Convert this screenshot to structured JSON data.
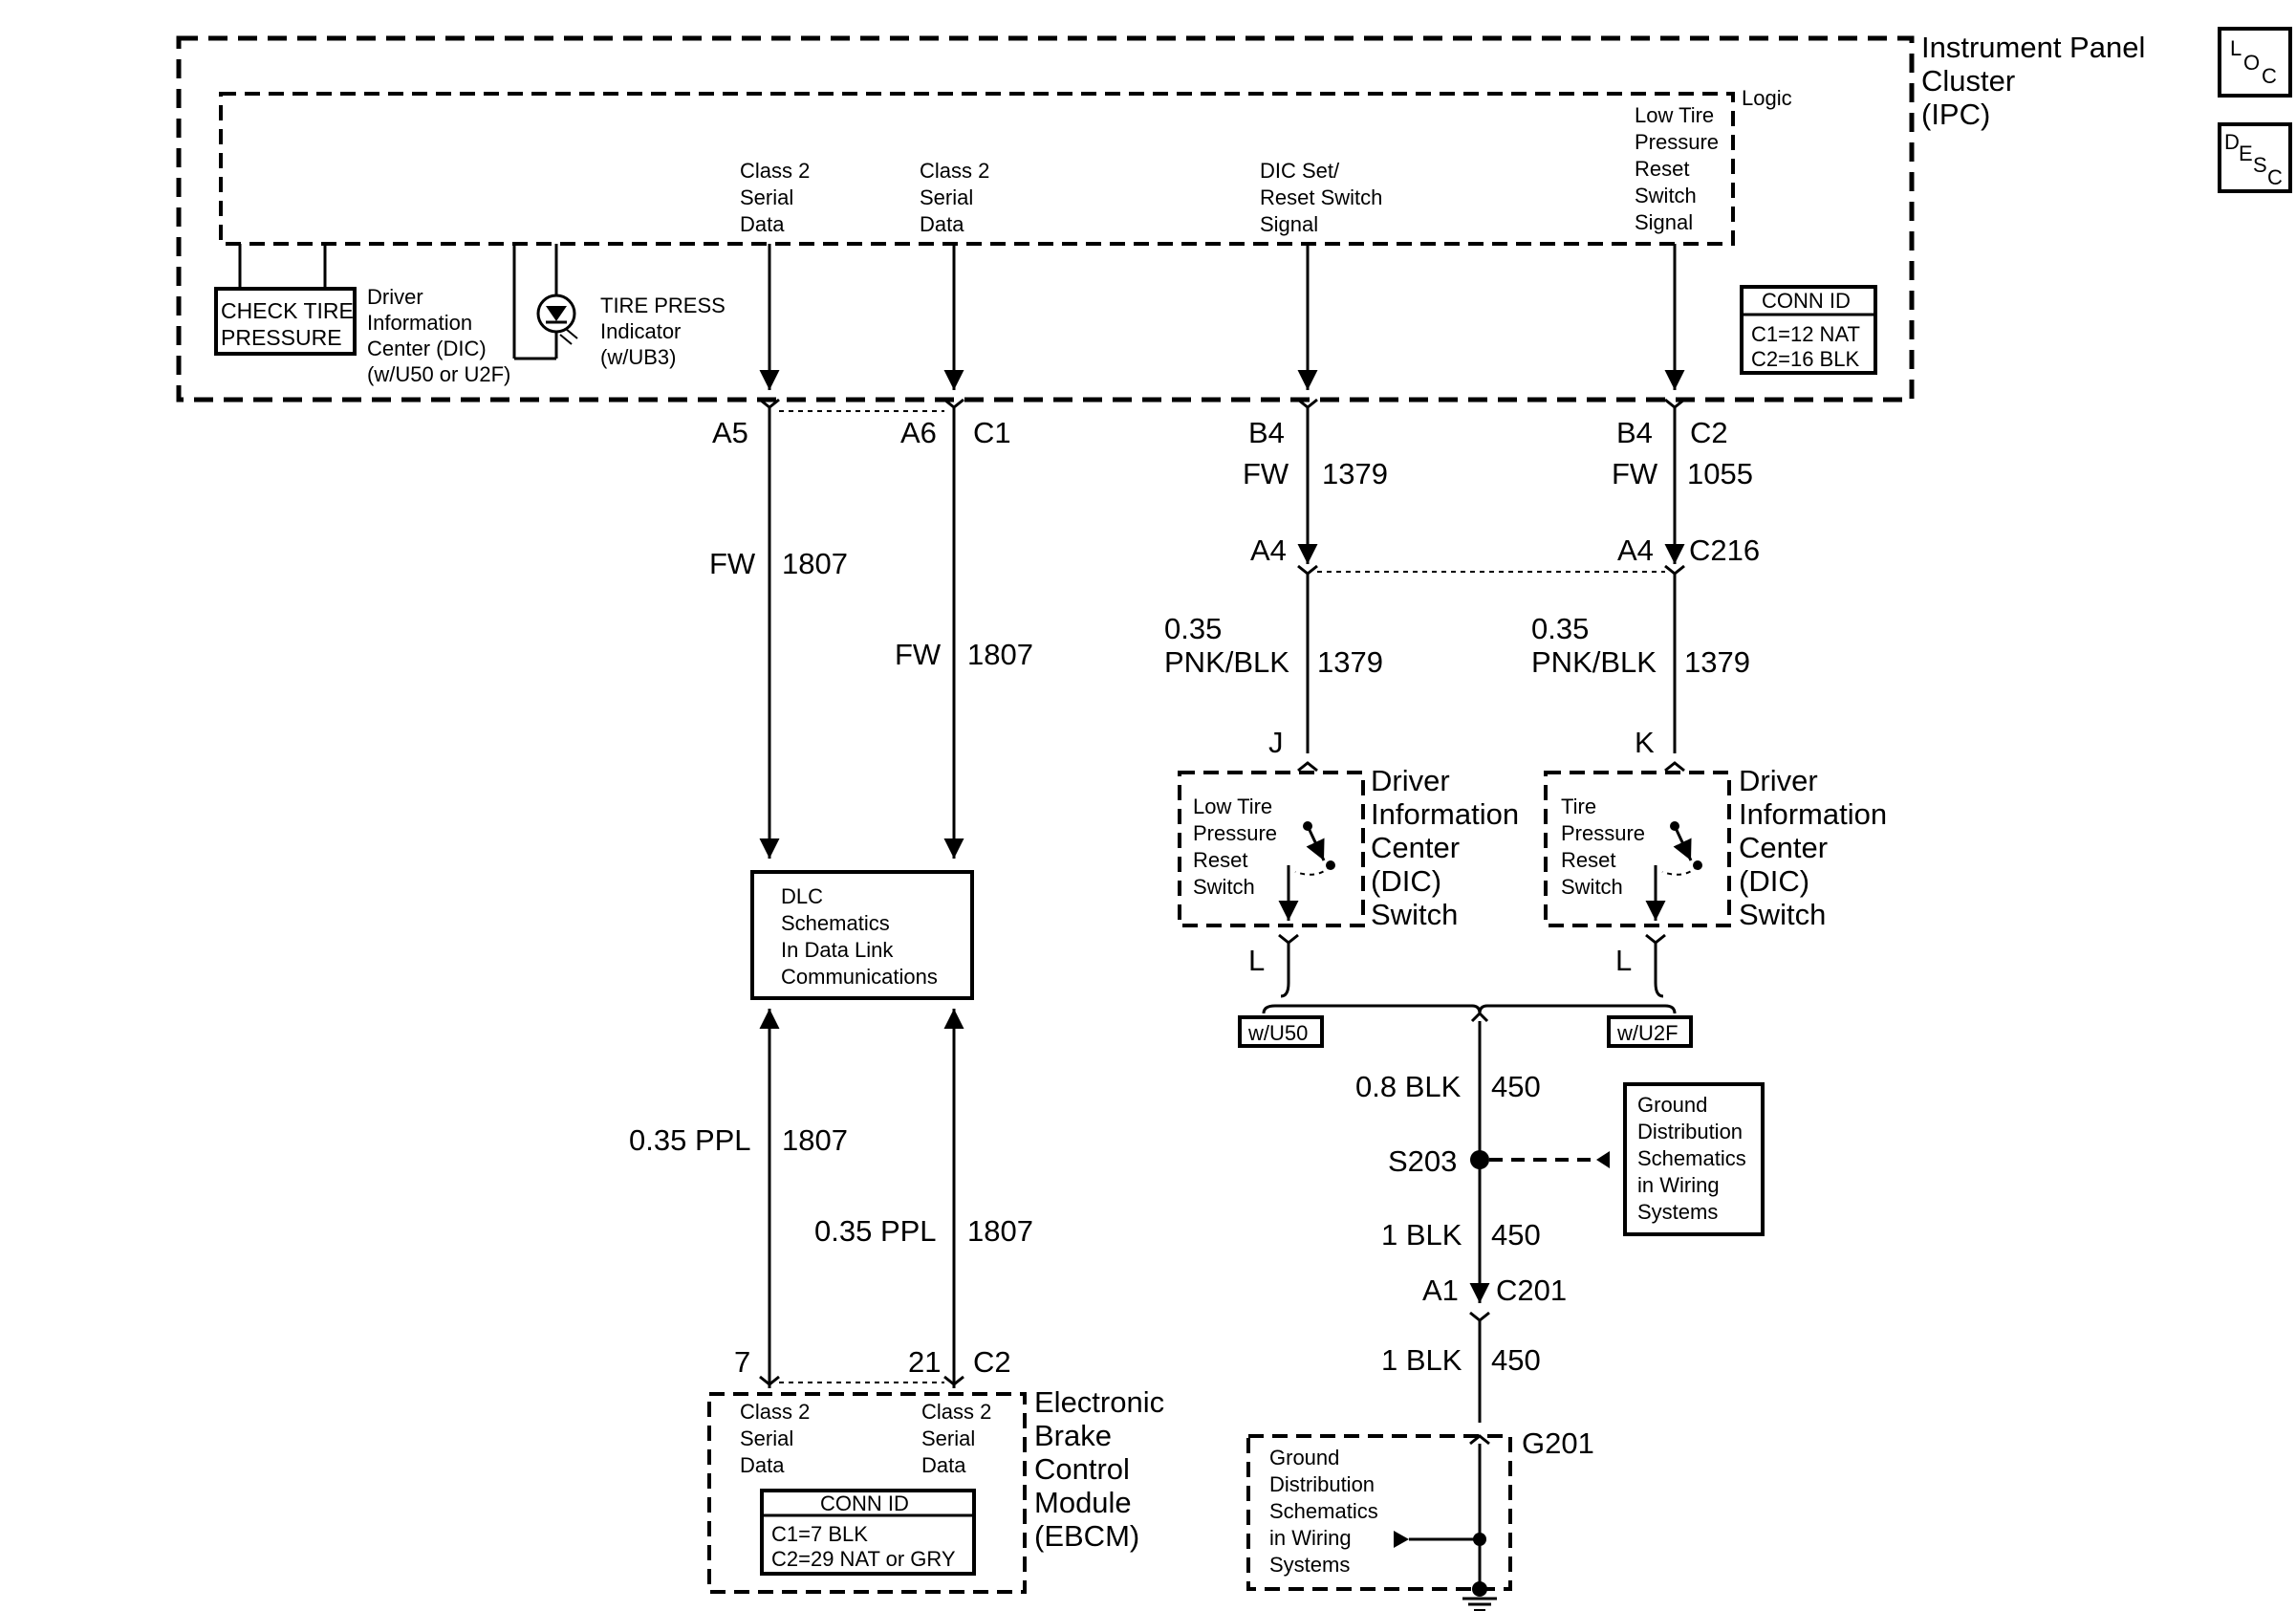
{
  "ipc": {
    "name": [
      "Instrument Panel",
      "Cluster",
      "(IPC)"
    ],
    "logic": "Logic",
    "check_tire": [
      "CHECK TIRE",
      "PRESSURE"
    ],
    "dic": [
      "Driver",
      "Information",
      "Center (DIC)",
      "(w/U50 or U2F)"
    ],
    "tire_press": [
      "TIRE PRESS",
      "Indicator",
      "(w/UB3)"
    ],
    "class2_a": [
      "Class 2",
      "Serial",
      "Data"
    ],
    "class2_b": [
      "Class 2",
      "Serial",
      "Data"
    ],
    "dic_set": [
      "DIC Set/",
      "Reset Switch",
      "Signal"
    ],
    "low_tire": [
      "Low Tire",
      "Pressure",
      "Reset",
      "Switch",
      "Signal"
    ],
    "conn_title": "CONN ID",
    "conn_lines": [
      "C1=12 NAT",
      "C2=16 BLK"
    ]
  },
  "icons": {
    "loc": [
      "L",
      "O",
      "C"
    ],
    "desc": [
      "D",
      "E",
      "S",
      "C"
    ]
  },
  "pins": {
    "a5": "A5",
    "a6": "A6",
    "c1": "C1",
    "b4_left": "B4",
    "b4_right": "B4",
    "c2_top": "C2",
    "a4_left": "A4",
    "a4_right": "A4",
    "c216": "C216",
    "j": "J",
    "k": "K",
    "l_left": "L",
    "l_right": "L",
    "a1": "A1",
    "c201": "C201",
    "pin7": "7",
    "pin21": "21",
    "c2_bottom": "C2"
  },
  "wires": {
    "fw1807_a": [
      "FW",
      "1807"
    ],
    "fw1807_b": [
      "FW",
      "1807"
    ],
    "fw1379": [
      "FW",
      "1379"
    ],
    "fw1055": [
      "FW",
      "1055"
    ],
    "pnk_left": [
      "0.35",
      "PNK/BLK",
      "1379"
    ],
    "pnk_right": [
      "0.35",
      "PNK/BLK",
      "1379"
    ],
    "ppl_a": [
      "0.35 PPL",
      "1807"
    ],
    "ppl_b": [
      "0.35 PPL",
      "1807"
    ],
    "blk08": [
      "0.8 BLK",
      "450"
    ],
    "blk1_a": [
      "1 BLK",
      "450"
    ],
    "blk1_b": [
      "1 BLK",
      "450"
    ]
  },
  "dlc": [
    "DLC",
    "Schematics",
    "In Data Link",
    "Communications"
  ],
  "switch_left": {
    "inner": [
      "Low Tire",
      "Pressure",
      "Reset",
      "Switch"
    ],
    "name": [
      "Driver",
      "Information",
      "Center",
      "(DIC)",
      "Switch"
    ]
  },
  "switch_right": {
    "inner": [
      "Tire",
      "Pressure",
      "Reset",
      "Switch"
    ],
    "name": [
      "Driver",
      "Information",
      "Center",
      "(DIC)",
      "Switch"
    ]
  },
  "options": {
    "u50": "w/U50",
    "u2f": "w/U2F"
  },
  "ground_dist_right": [
    "Ground",
    "Distribution",
    "Schematics",
    "in Wiring",
    "Systems"
  ],
  "ground_dist_bottom": [
    "Ground",
    "Distribution",
    "Schematics",
    "in Wiring",
    "Systems"
  ],
  "s203": "S203",
  "g201": "G201",
  "ebcm": {
    "class2_a": [
      "Class 2",
      "Serial",
      "Data"
    ],
    "class2_b": [
      "Class 2",
      "Serial",
      "Data"
    ],
    "conn_title": "CONN ID",
    "conn_lines": [
      "C1=7 BLK",
      "C2=29 NAT or GRY"
    ],
    "name": [
      "Electronic",
      "Brake",
      "Control",
      "Module",
      "(EBCM)"
    ]
  }
}
